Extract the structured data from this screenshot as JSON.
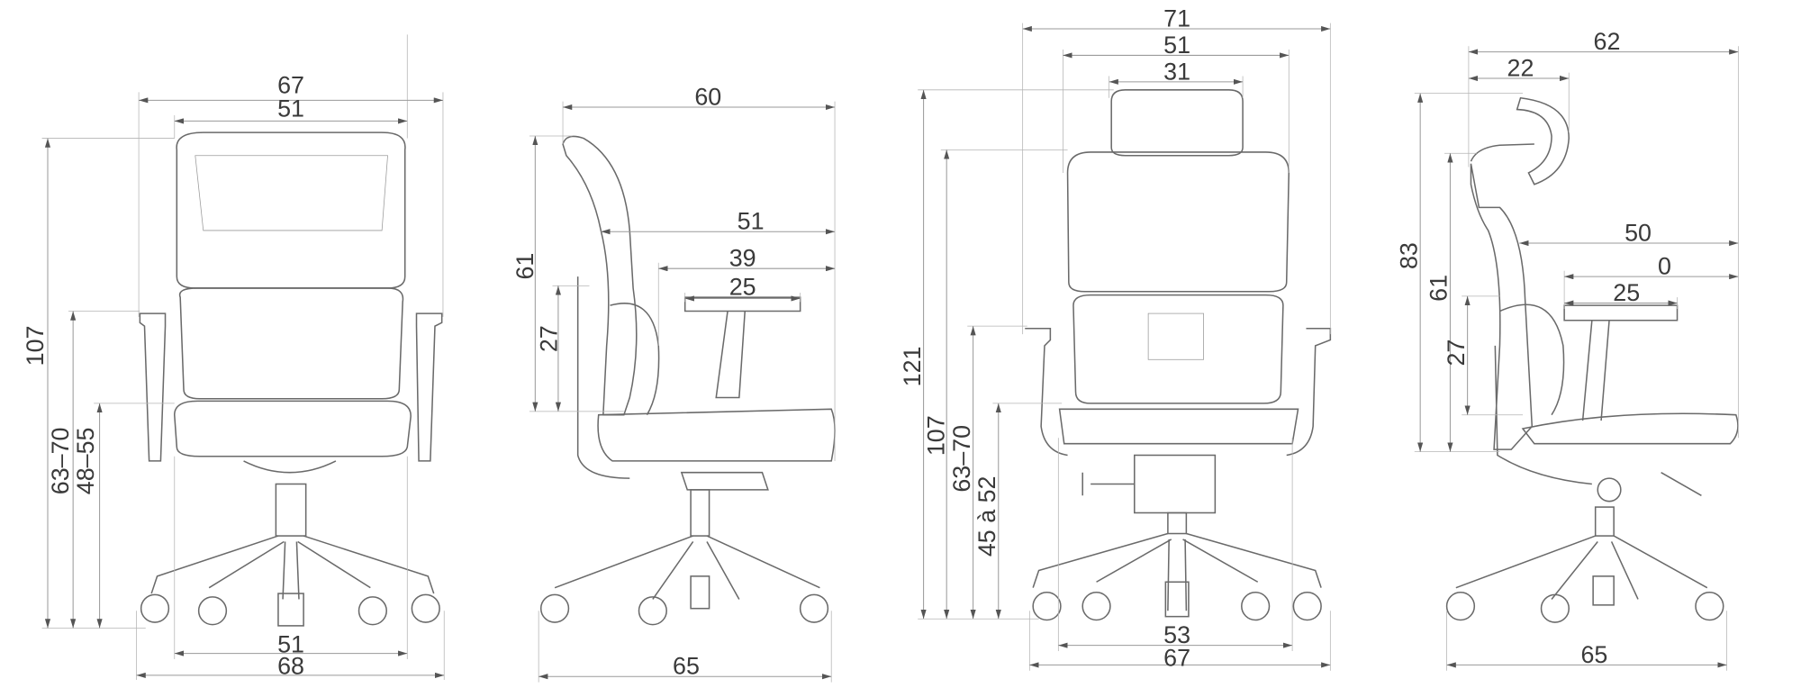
{
  "title": "Ergonomic chair dimension drawings",
  "colors": {
    "line": "#6a6a6a",
    "dimension": "#9a9a9a",
    "text": "#3a3a3a"
  },
  "views": [
    {
      "name": "front-view",
      "dimensions": {
        "overall_width_top": "67",
        "back_width": "51",
        "total_height": "107",
        "armrest_height": "63–70",
        "seat_height": "48–55",
        "seat_width": "51",
        "base_width": "68"
      }
    },
    {
      "name": "side-view",
      "dimensions": {
        "depth_top": "60",
        "seat_depth": "51",
        "arm_to_front": "39",
        "armrest_length": "25",
        "back_height": "61",
        "lumbar_height": "27",
        "base_depth": "65"
      }
    },
    {
      "name": "front-view-headrest",
      "dimensions": {
        "overall_width_top": "71",
        "back_width": "51",
        "headrest_width": "31",
        "total_height": "121",
        "back_top_height": "107",
        "armrest_height": "63–70",
        "seat_height": "45 à 52",
        "seat_width": "53",
        "base_width": "67"
      }
    },
    {
      "name": "side-view-headrest",
      "dimensions": {
        "depth_top": "62",
        "headrest_depth": "22",
        "seat_depth": "50",
        "arm_to_front": "0",
        "armrest_length": "25",
        "headrest_height": "83",
        "back_height": "61",
        "lumbar_height": "27",
        "base_depth": "65"
      }
    }
  ]
}
